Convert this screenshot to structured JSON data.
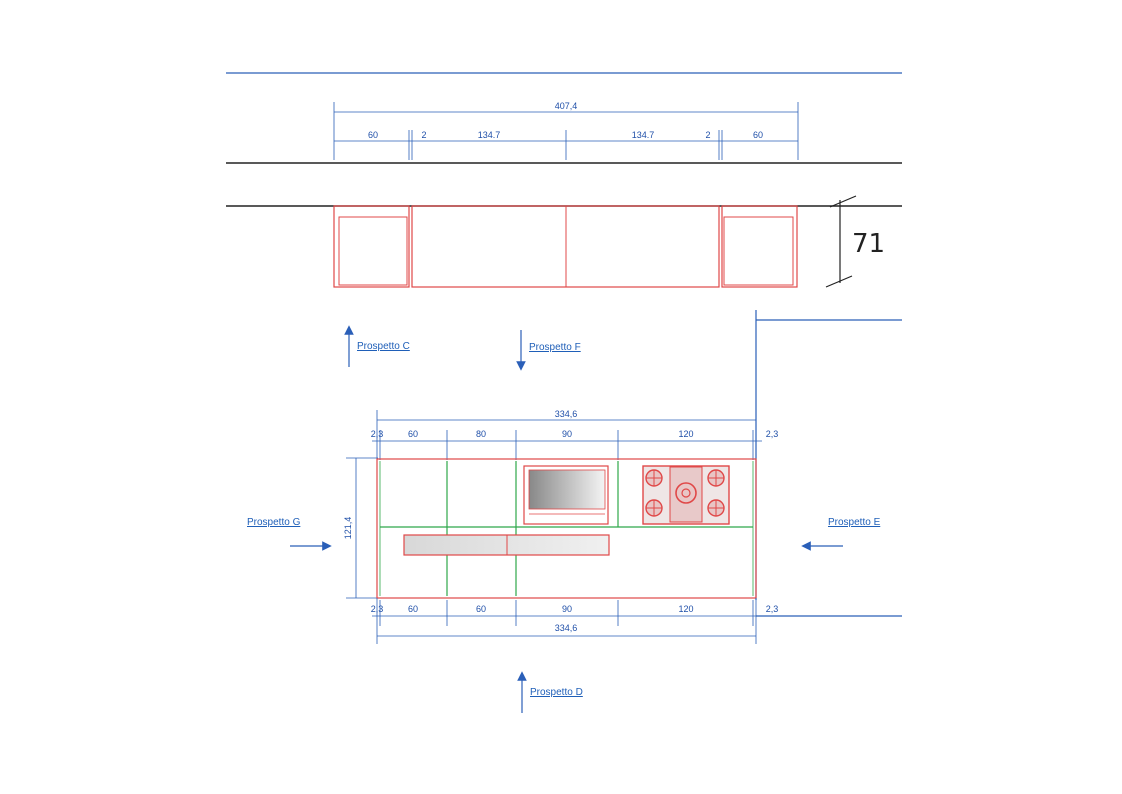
{
  "elevation": {
    "total": "407,4",
    "segments": [
      "60",
      "2",
      "134.7",
      "134.7",
      "2",
      "60"
    ],
    "height_note": "71"
  },
  "plan": {
    "top_total": "334,6",
    "top_segments": [
      "2,3",
      "60",
      "80",
      "90",
      "120",
      "2,3"
    ],
    "bottom_total": "334,6",
    "bottom_segments": [
      "2,3",
      "60",
      "60",
      "90",
      "120",
      "2,3"
    ],
    "depth": "121,4"
  },
  "views": {
    "c": "Prospetto C",
    "f": "Prospetto F",
    "g": "Prospetto G",
    "e": "Prospetto E",
    "d": "Prospetto D"
  },
  "colors": {
    "walls": "#2a5fb8",
    "cabinets": "#e04848",
    "modules": "#2fa84a",
    "dimensions": "#1f4fa8"
  }
}
